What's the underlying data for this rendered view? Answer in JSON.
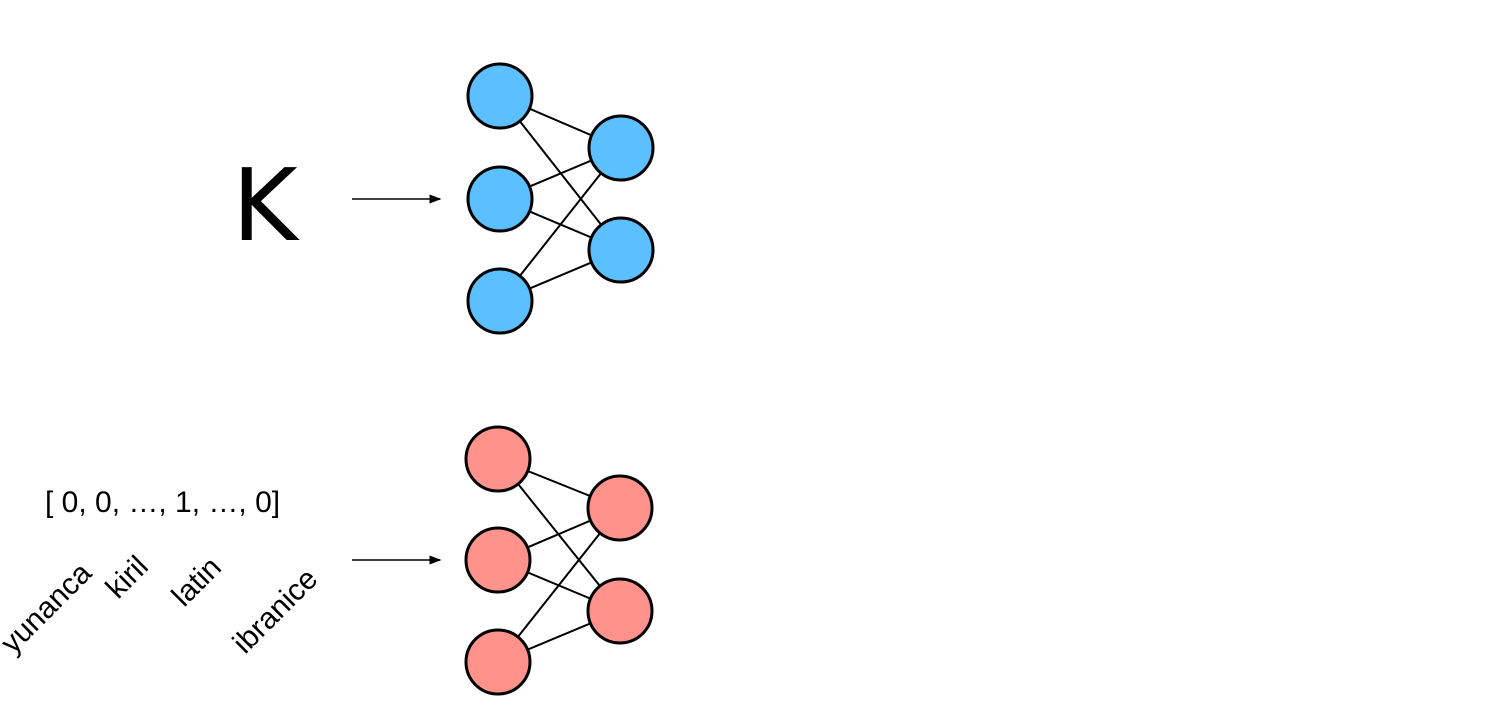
{
  "top": {
    "input_glyph": "K",
    "node_color": "#5cbfff"
  },
  "bottom": {
    "vector_text": "[ 0, 0, …, 1, …, 0]",
    "categories": [
      "yunanca",
      "kiril",
      "latin",
      "ibranice"
    ],
    "node_color": "#ff928b"
  }
}
